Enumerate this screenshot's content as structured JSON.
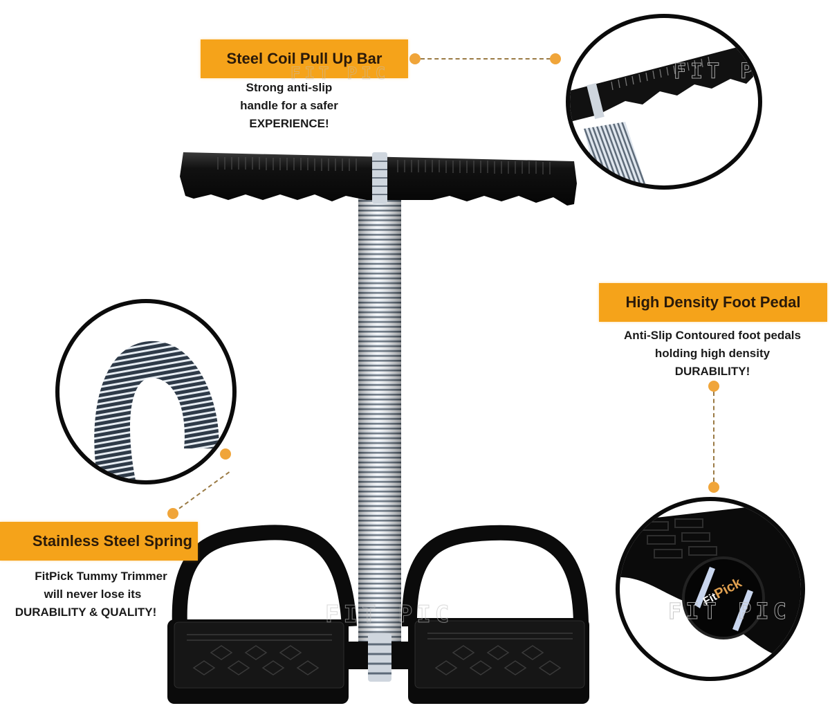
{
  "colors": {
    "banner": "#f5a31a",
    "banner_text": "#2a1a0a",
    "connector": "#f0a53a",
    "product_black": "#0b0b0b",
    "spring_steel": "#b8c4d0"
  },
  "callouts": {
    "pull_up_bar": {
      "title": "Steel Coil Pull Up Bar",
      "lines": [
        "Strong anti-slip",
        "handle for a safer",
        "EXPERIENCE!"
      ]
    },
    "foot_pedal": {
      "title": "High Density Foot Pedal",
      "lines": [
        "Anti-Slip Contoured foot pedals",
        "holding high density",
        "DURABILITY!"
      ]
    },
    "spring": {
      "title": "Stainless Steel Spring",
      "lines": [
        "FitPick Tummy Trimmer",
        "will never lose its",
        "DURABILITY & QUALITY!"
      ]
    }
  },
  "branding": {
    "watermark": "FIT PIC",
    "pedal_cap_logo_fit": "Fit",
    "pedal_cap_logo_pick": "Pick"
  },
  "product": {
    "name": "FitPick Tummy Trimmer",
    "icon": "tummy-trimmer-icon"
  }
}
